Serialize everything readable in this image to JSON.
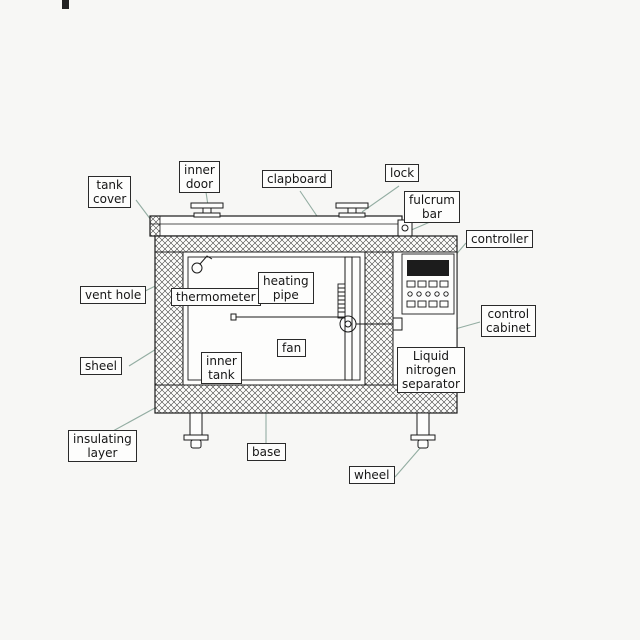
{
  "labels": {
    "tank_cover": "tank\ncover",
    "inner_door": "inner\ndoor",
    "clapboard": "clapboard",
    "lock": "lock",
    "fulcrum_bar": "fulcrum\nbar",
    "controller": "controller",
    "vent_hole": "vent hole",
    "thermometer": "thermometer",
    "heating_pipe": "heating\npipe",
    "fan": "fan",
    "control_cabinet": "control\ncabinet",
    "sheel": "sheel",
    "inner_tank": "inner\ntank",
    "liquid_nitrogen_separator": "Liquid\nnitrogen\nseparator",
    "insulating_layer": "insulating\nlayer",
    "base": "base",
    "wheel": "wheel"
  },
  "colors": {
    "drawing_line": "#1a1a1a",
    "leader_line": "#93ada2",
    "label_border": "#2a2a2a",
    "display_fill": "#1c1c1c",
    "background": "#f7f7f5"
  }
}
